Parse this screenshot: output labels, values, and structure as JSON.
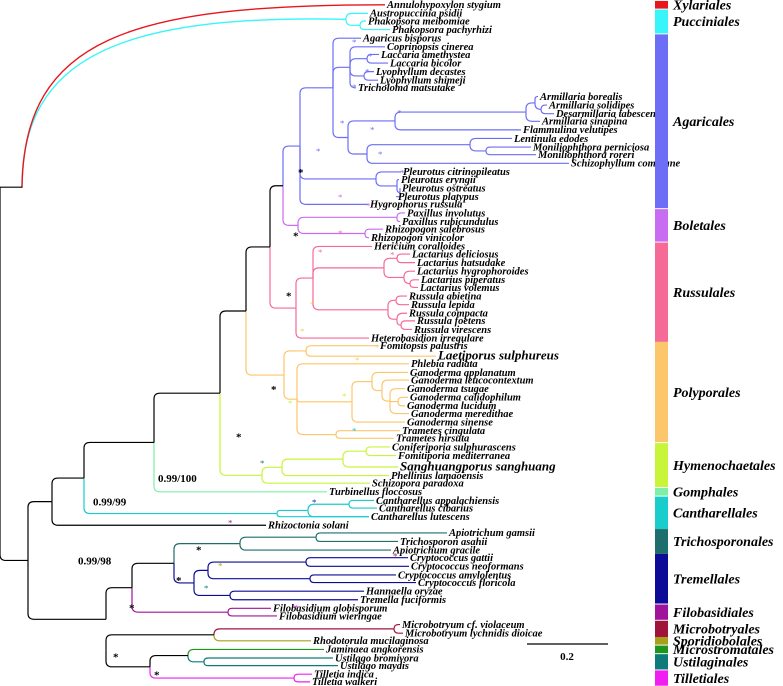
{
  "colors": {
    "Xylariales": "#e8161c",
    "Pucciniales": "#37f5f8",
    "Agaricales": "#6c6ef5",
    "Boletales": "#c86cf2",
    "Russulales": "#f56a96",
    "Polyporales": "#fcc66a",
    "Hymenochaetales": "#c8f53a",
    "Gomphales": "#7cf0a8",
    "Cantharellales": "#19cdcd",
    "Trichosporonales": "#1e6e6e",
    "Tremellales": "#0c0c96",
    "Filobasidiales": "#a0149b",
    "Microbotryales": "#a0143c",
    "Sporidiobolales": "#a8a018",
    "Microstromatales": "#1e961e",
    "Ustilaginales": "#0f7a7a",
    "Tilletiales": "#f01ef0",
    "backbone": "#000000"
  },
  "taxa": [
    "Annulohypoxylon stygium",
    "Austropuccinia psidii",
    "Phakopsora meibomiae",
    "Phakopsora pachyrhizi",
    "Agaricus bisporus",
    "Coprinopsis cinerea",
    "Laccaria amethystea",
    "Laccaria bicolor",
    "Lyophyllum decastes",
    "Lyophyllum shimeji",
    "Tricholoma matsutake",
    "Armillaria borealis",
    "Armillaria solidipes",
    "Desarmillaria tabescens",
    "Armillaria sinapina",
    "Flammulina velutipes",
    "Lentinula edodes",
    "Moniliophthora perniciosa",
    "Moniliophthora roreri",
    "Schizophyllum commune",
    "Pleurotus citrinopileatus",
    "Pleurotus eryngii",
    "Pleurotus ostreatus",
    "Pleurotus platypus",
    "Hygrophorus russula",
    "Paxillus involutus",
    "Paxillus rubicundulus",
    "Rhizopogon salebrosus",
    "Rhizopogon vinicolor",
    "Hericium coralloides",
    "Lactarius deliciosus",
    "Lactarius hatsudake",
    "Lactarius hygrophoroides",
    "Lactarius piperatus",
    "Lactarius volemus",
    "Russula abietina",
    "Russula lepida",
    "Russula compacta",
    "Russula foetens",
    "Russula virescens",
    "Heterobasidion irregulare",
    "Fomitopsis palustris",
    "Laetiporus sulphureus",
    "Phlebia radiata",
    "Ganoderma applanatum",
    "Ganoderma leucocontextum",
    "Ganoderma tsugae",
    "Ganoderma calidophilum",
    "Ganoderma lucidum",
    "Ganoderma meredithae",
    "Ganoderma sinense",
    "Trametes cingulata",
    "Trametes hirsuta",
    "Coniferiporia sulphurascens",
    "Fomitiporia mediterranea",
    "Sanghuangporus sanghuang",
    "Phellinus lamaoensis",
    "Schizopora paradoxa",
    "Turbinellus floccosus",
    "Cantharellus appalachiensis",
    "Cantharellus cibarius",
    "Cantharellus lutescens",
    "Rhizoctonia solani",
    "Apiotrichum gamsii",
    "Trichosporon asahii",
    "Apiotrichum gracile",
    "Cryptococcus gattii",
    "Cryptococcus neoformans",
    "Cryptococcus amylolentus",
    "Cryptococcus floricola",
    "Hannaella oryzae",
    "Tremella fuciformis",
    "Filobasidium globisporum",
    "Filobasidium wieringae",
    "Microbotryum cf. violaceum",
    "Microbotryum lychnidis dioicae",
    "Rhodotorula mucilaginosa",
    "Jaminaea angkorensis",
    "Ustilago bromivora",
    "Ustilago maydis",
    "Tilletia indica",
    "Tilletia walkeri"
  ],
  "orders": [
    {
      "name": "Xylariales",
      "range": [
        0,
        0
      ],
      "label_color": "#e8161c"
    },
    {
      "name": "Pucciniales",
      "range": [
        1,
        3
      ]
    },
    {
      "name": "Agaricales",
      "range": [
        4,
        24
      ]
    },
    {
      "name": "Boletales",
      "range": [
        25,
        28
      ]
    },
    {
      "name": "Russulales",
      "range": [
        29,
        40
      ]
    },
    {
      "name": "Polyporales",
      "range": [
        41,
        52
      ]
    },
    {
      "name": "Hymenochaetales",
      "range": [
        53,
        57
      ]
    },
    {
      "name": "Gomphales",
      "range": [
        58,
        58
      ]
    },
    {
      "name": "Cantharellales",
      "range": [
        59,
        62
      ]
    },
    {
      "name": "Trichosporonales",
      "range": [
        63,
        65
      ]
    },
    {
      "name": "Tremellales",
      "range": [
        66,
        71
      ]
    },
    {
      "name": "Filobasidiales",
      "range": [
        72,
        73
      ]
    },
    {
      "name": "Microbotryales",
      "range": [
        74,
        75
      ]
    },
    {
      "name": "Sporidiobolales",
      "range": [
        76,
        76
      ]
    },
    {
      "name": "Microstromatales",
      "range": [
        77,
        77
      ]
    },
    {
      "name": "Ustilaginales",
      "range": [
        78,
        79
      ]
    },
    {
      "name": "Tilletiales",
      "range": [
        80,
        81
      ]
    }
  ],
  "support_labels": [
    "0.99/98",
    "0.99/99",
    "0.99/100",
    "*"
  ],
  "scale_bar": {
    "label": "0.2"
  }
}
